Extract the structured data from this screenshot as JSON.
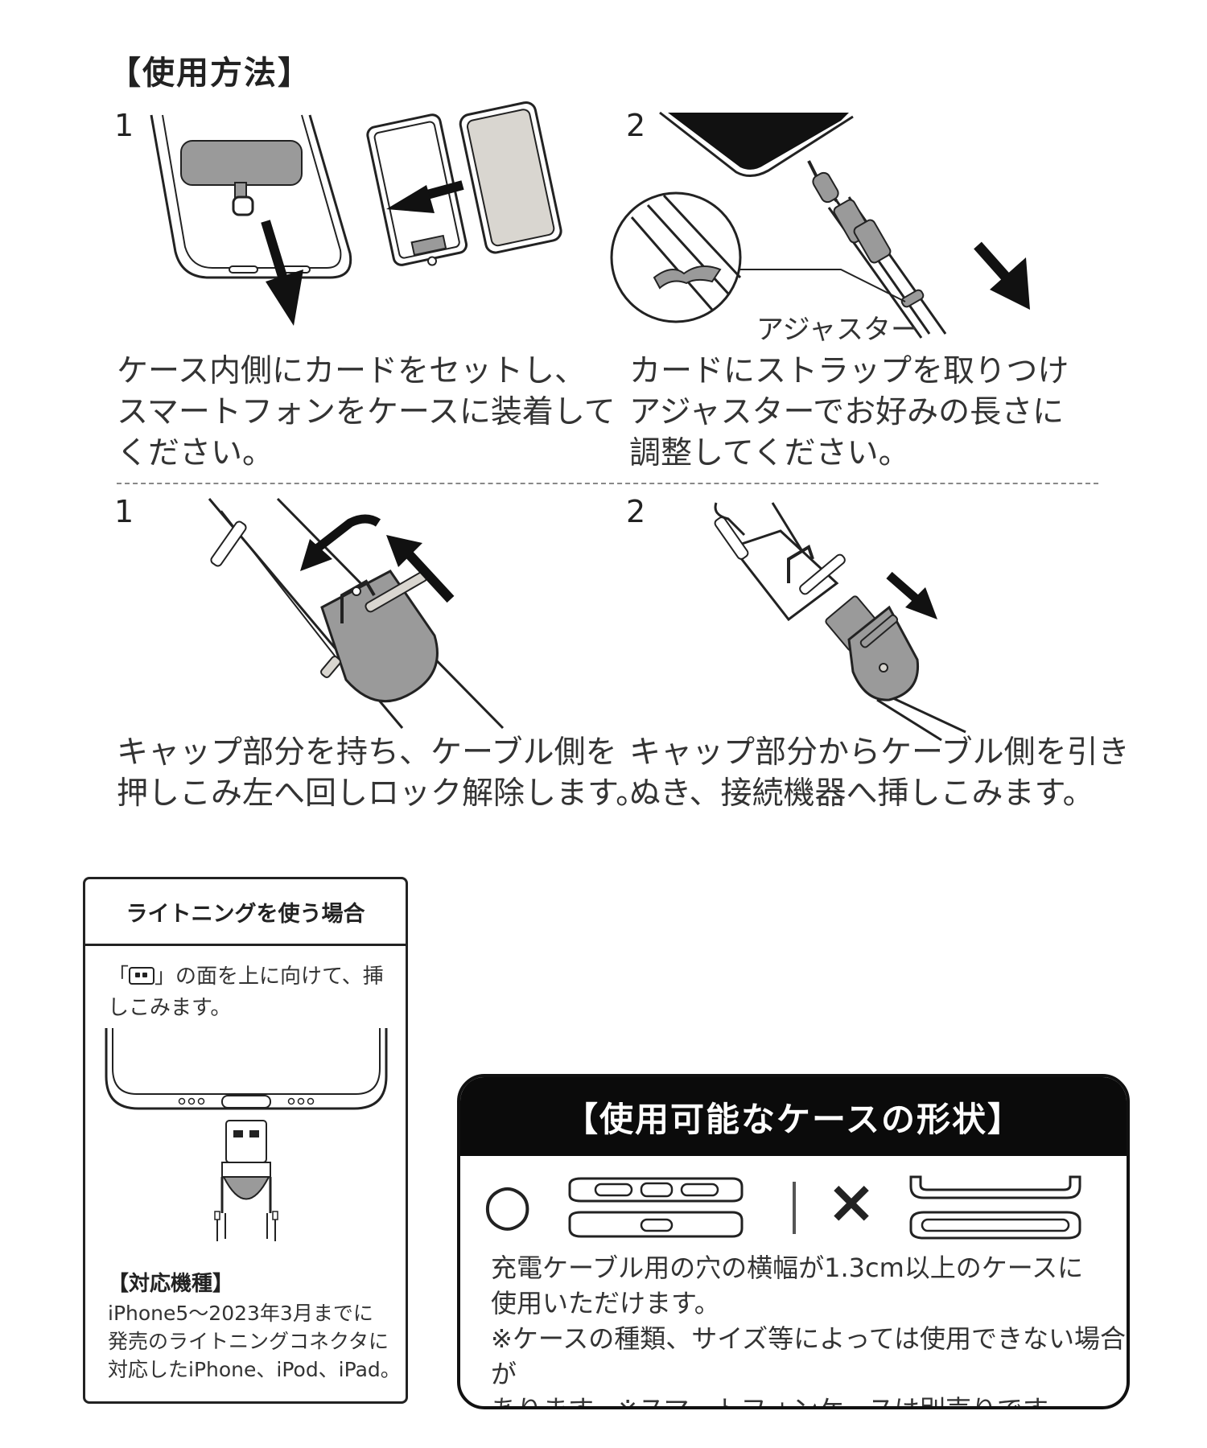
{
  "heading": "【使用方法】",
  "steps_top": [
    {
      "num": "1",
      "desc": [
        "ケース内側にカードをセットし、",
        "スマートフォンをケースに装着して",
        "ください。"
      ]
    },
    {
      "num": "2",
      "desc": [
        "カードにストラップを取りつけ",
        "アジャスターでお好みの長さに",
        "調整してください。"
      ],
      "callout": "アジャスター"
    }
  ],
  "steps_bottom": [
    {
      "num": "1",
      "desc": [
        "キャップ部分を持ち、ケーブル側を",
        "押しこみ左へ回しロック解除します。"
      ]
    },
    {
      "num": "2",
      "desc": [
        "キャップ部分からケーブル側を引き",
        "ぬき、接続機器へ挿しこみます。"
      ]
    }
  ],
  "lightning_box": {
    "title": "ライトニングを使う場合",
    "text_before_icon": "「",
    "text_after_icon": "」の面を上に向けて、挿しこみます。",
    "models_title": "【対応機種】",
    "models_text": [
      "iPhone5～2023年3月までに",
      "発売のライトニングコネクタに",
      "対応したiPhone、iPod、iPad。"
    ]
  },
  "case_box": {
    "title": "【使用可能なケースの形状】",
    "ok_mark": "○",
    "ng_mark": "×",
    "text": [
      "充電ケーブル用の穴の横幅が1.3cm以上のケースに",
      "使用いただけます。",
      "※ケースの種類、サイズ等によっては使用できない場合が",
      "あります。※スマートフォンケースは別売りです。"
    ]
  },
  "colors": {
    "gray_fill": "#9a9a9a",
    "light_fill": "#d9d6d0",
    "black": "#111111"
  }
}
